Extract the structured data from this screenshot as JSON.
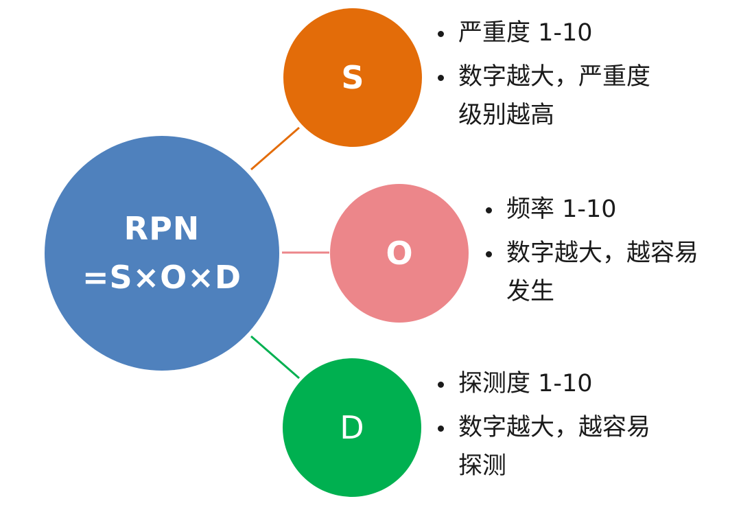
{
  "colors": {
    "main": "#4f81bd",
    "severity": "#e36c09",
    "occurrence": "#ec868a",
    "detection": "#00b050"
  },
  "main": {
    "line1": "RPN",
    "line2": "=S×O×D"
  },
  "factors": [
    {
      "letter": "S",
      "bullets": [
        "严重度 1-10",
        "数字越大，严重度级别越高"
      ]
    },
    {
      "letter": "O",
      "bullets": [
        "频率 1-10",
        "数字越大，越容易发生"
      ]
    },
    {
      "letter": "D",
      "bullets": [
        "探测度 1-10",
        "数字越大，越容易探测"
      ]
    }
  ]
}
